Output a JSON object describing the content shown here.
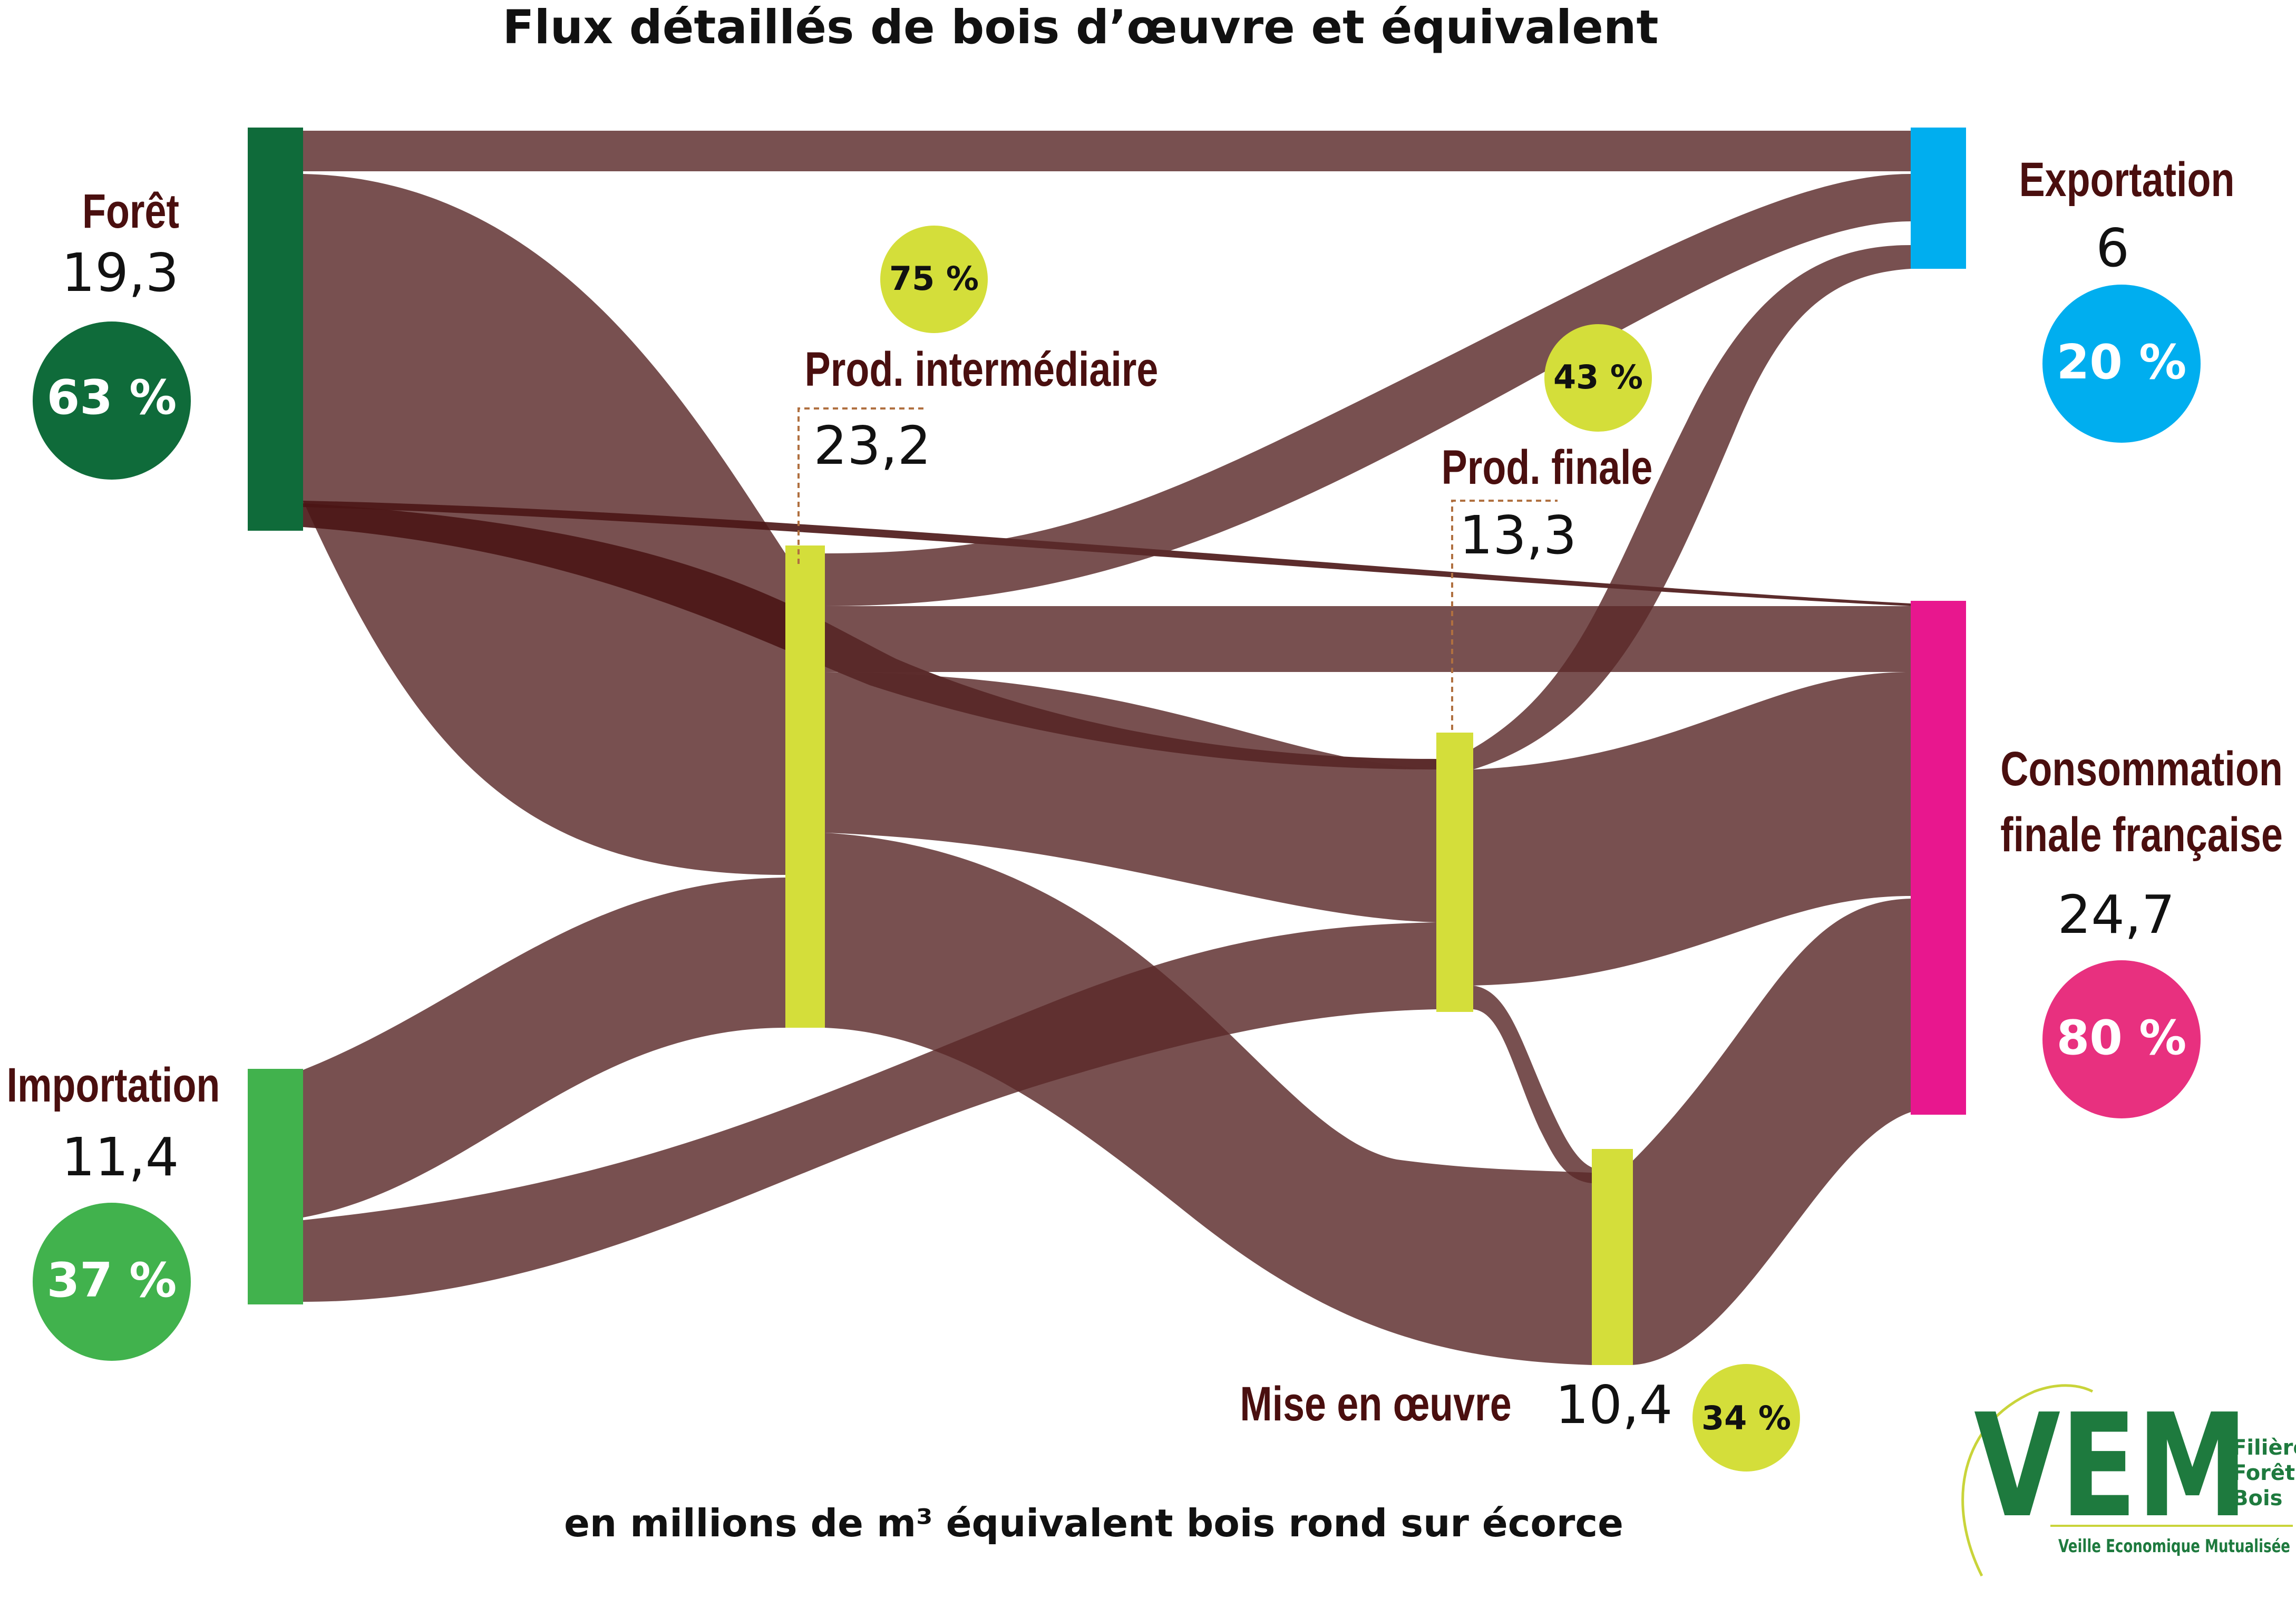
{
  "title": "Flux détaillés de bois d’œuvre et équivalent",
  "footnote": "en millions de m³ équivalent bois rond sur écorce",
  "nodes": {
    "foret": {
      "label": "Forêt",
      "value": "19,3",
      "pct": "63 %",
      "color": "#0f6b3a"
    },
    "importation": {
      "label": "Importation",
      "value": "11,4",
      "pct": "37 %",
      "color": "#41b24d"
    },
    "prod_intermediaire": {
      "label": "Prod. intermédiaire",
      "value": "23,2",
      "pct": "75 %",
      "color": "#d4de3a"
    },
    "prod_finale": {
      "label": "Prod. finale",
      "value": "13,3",
      "pct": "43 %",
      "color": "#d4de3a"
    },
    "mise_en_oeuvre": {
      "label": "Mise en œuvre",
      "value": "10,4",
      "pct": "34 %",
      "color": "#d4de3a"
    },
    "exportation": {
      "label": "Exportation",
      "value": "6",
      "pct": "20 %",
      "color": "#00aeef"
    },
    "consommation": {
      "label_line1": "Consommation",
      "label_line2": "finale française",
      "value": "24,7",
      "pct": "80 %",
      "color": "#e8178e"
    }
  },
  "logo": {
    "mark": "VEM",
    "line1": "Filière",
    "line2": "Forêt",
    "line3": "Bois",
    "tagline": "Veille Economique Mutualisée"
  },
  "colors": {
    "flow": "#5a2a2a",
    "label": "#4a0f0f",
    "text": "#111111"
  }
}
